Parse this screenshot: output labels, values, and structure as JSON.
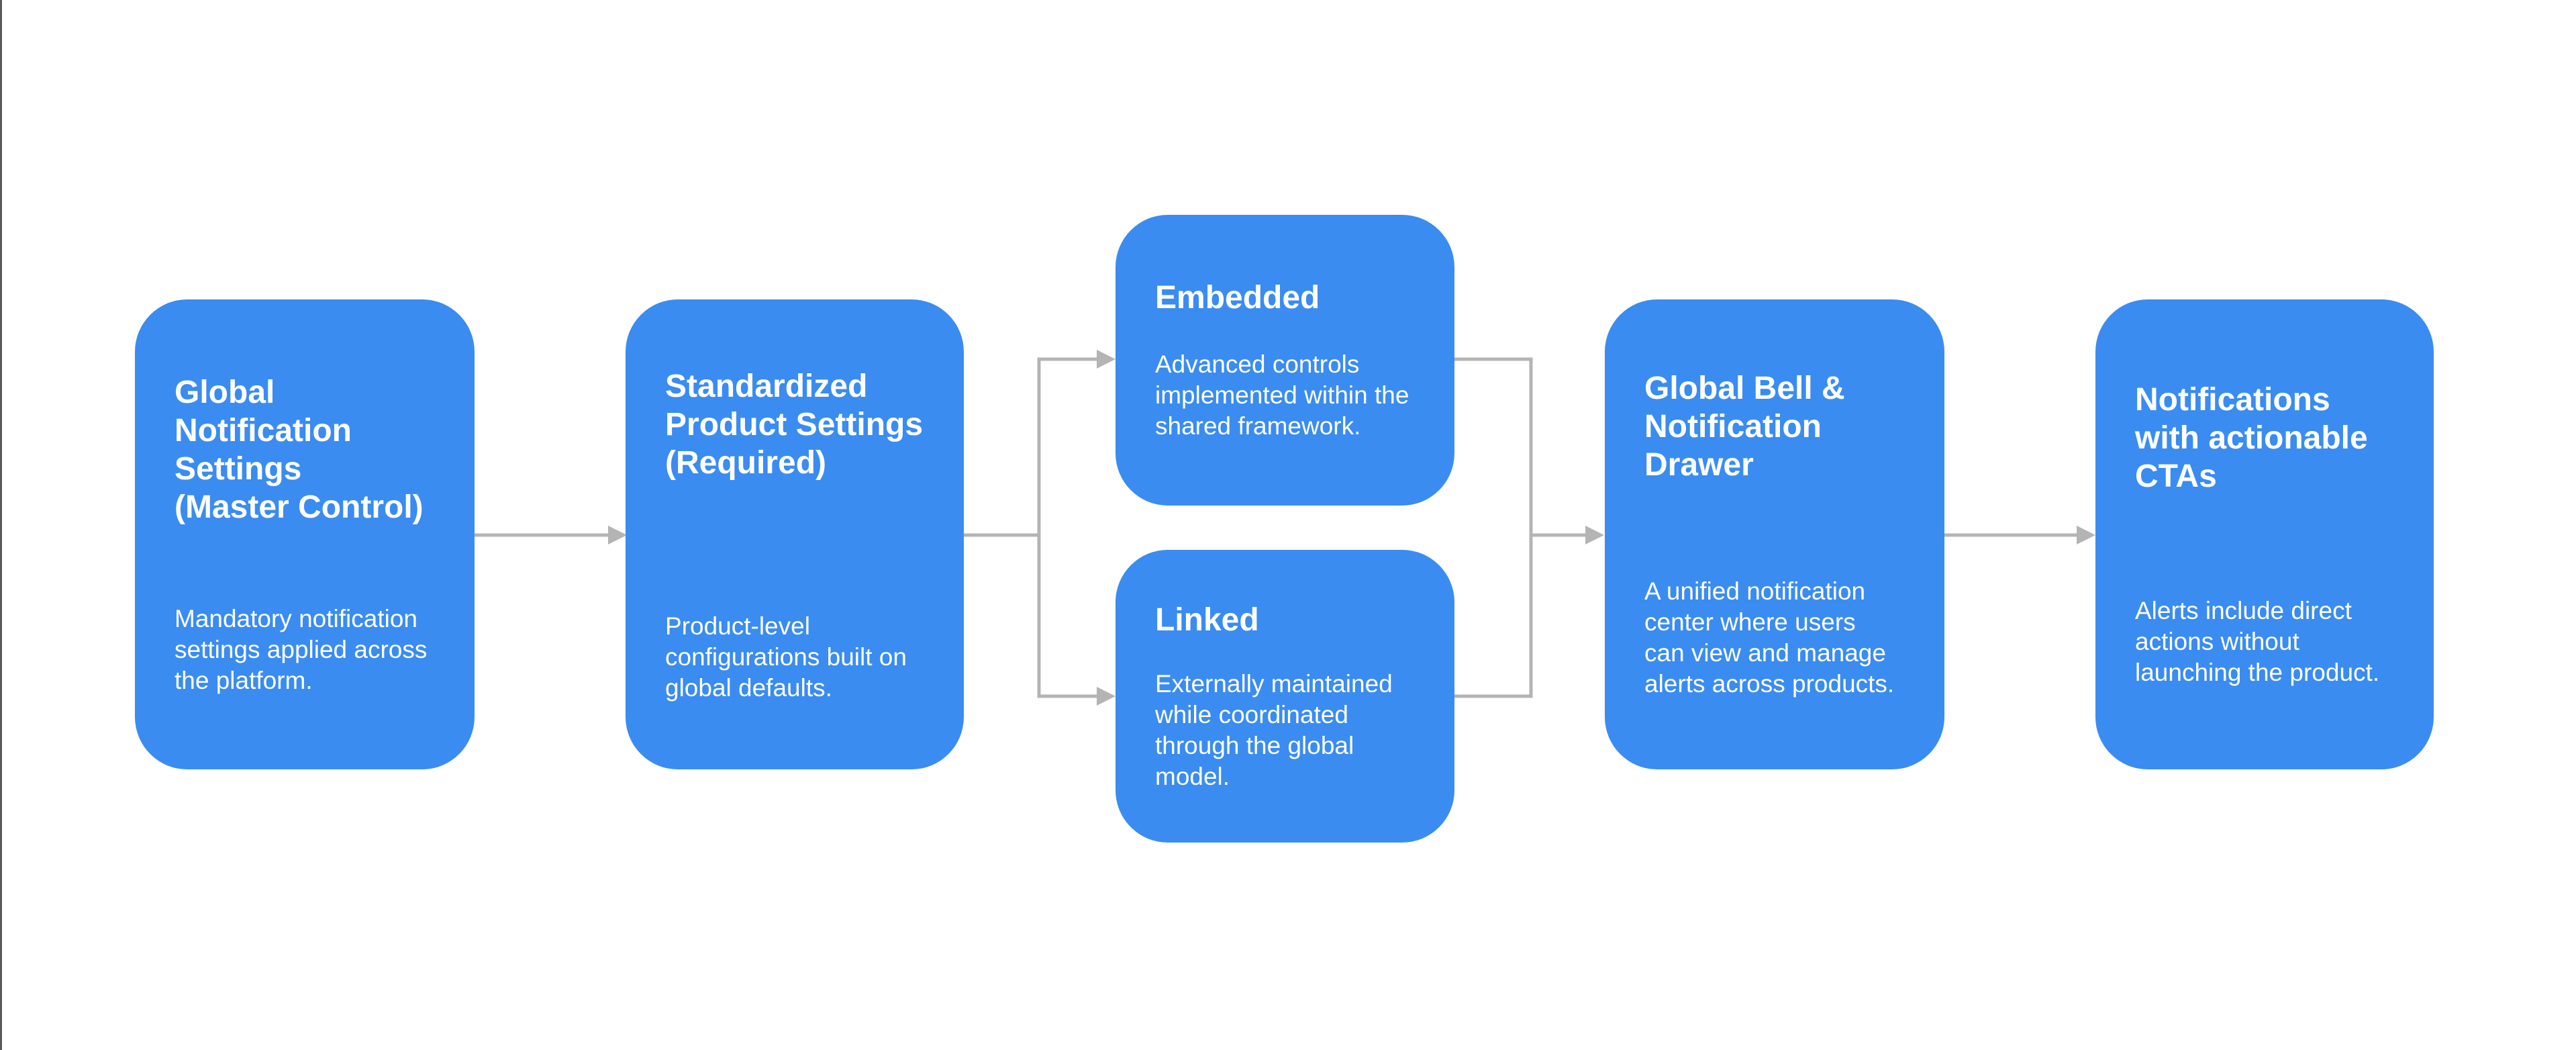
{
  "colors": {
    "node_fill": "#3a8cf0",
    "node_text": "#ffffff",
    "connector": "#b4b4b4",
    "background": "#ffffff"
  },
  "diagram": {
    "nodes": [
      {
        "id": "global-settings",
        "title": "Global\nNotification\nSettings\n(Master Control)",
        "description": "Mandatory notification\nsettings applied across\nthe platform."
      },
      {
        "id": "standardized-product-settings",
        "title": "Standardized\nProduct Settings\n(Required)",
        "description": "Product-level\nconfigurations built on\nglobal defaults."
      },
      {
        "id": "embedded",
        "title": "Embedded",
        "description": "Advanced controls\nimplemented within the\nshared framework."
      },
      {
        "id": "linked",
        "title": "Linked",
        "description": "Externally maintained\nwhile coordinated\nthrough the global\nmodel."
      },
      {
        "id": "global-bell-drawer",
        "title": "Global Bell &\nNotification\nDrawer",
        "description": "A unified notification\ncenter where users\ncan view and manage\nalerts across products."
      },
      {
        "id": "actionable-notifications",
        "title": "Notifications\nwith actionable\nCTAs",
        "description": "Alerts include direct\nactions without\nlaunching the product."
      }
    ],
    "edges": [
      {
        "from": "global-settings",
        "to": "standardized-product-settings"
      },
      {
        "from": "standardized-product-settings",
        "to": "embedded"
      },
      {
        "from": "standardized-product-settings",
        "to": "linked"
      },
      {
        "from": "embedded",
        "to": "global-bell-drawer"
      },
      {
        "from": "linked",
        "to": "global-bell-drawer"
      },
      {
        "from": "global-bell-drawer",
        "to": "actionable-notifications"
      }
    ]
  }
}
